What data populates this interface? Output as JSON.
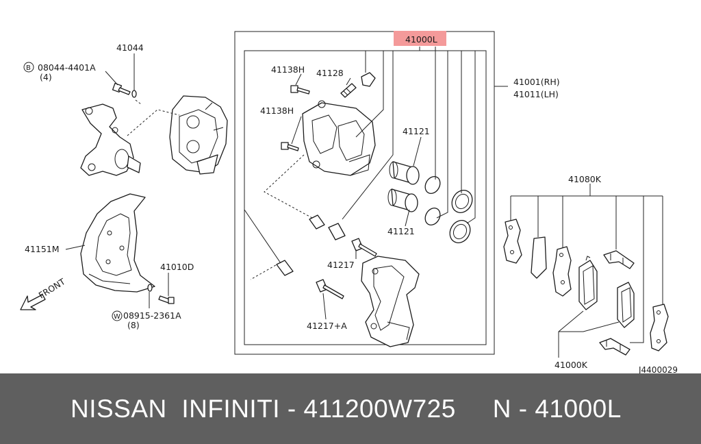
{
  "labels": {
    "p41044": "41044",
    "p08044": "08044-4401A",
    "p08044_qty": "(4)",
    "p08044_mark": "B",
    "p41138h_a": "41138H",
    "p41128": "41128",
    "p41138h_b": "41138H",
    "p41000l": "41000L",
    "p41001": "41001(RH)",
    "p41011": "41011(LH)",
    "p41121_a": "41121",
    "p41121_b": "41121",
    "p41080k": "41080K",
    "p41151m": "41151M",
    "p41010d": "41010D",
    "p08915": "08915-2361A",
    "p08915_qty": "(8)",
    "p08915_mark": "W",
    "p41217": "41217",
    "p41217a": "41217+A",
    "p41000k": "41000K",
    "front": "FRONT",
    "code": "J4400029"
  },
  "colors": {
    "highlight": "#f49a9a",
    "footer_bg": "#5f5f5f"
  },
  "footer": {
    "text": "NISSAN  INFINITI - 411200W725     N - 41000L"
  }
}
